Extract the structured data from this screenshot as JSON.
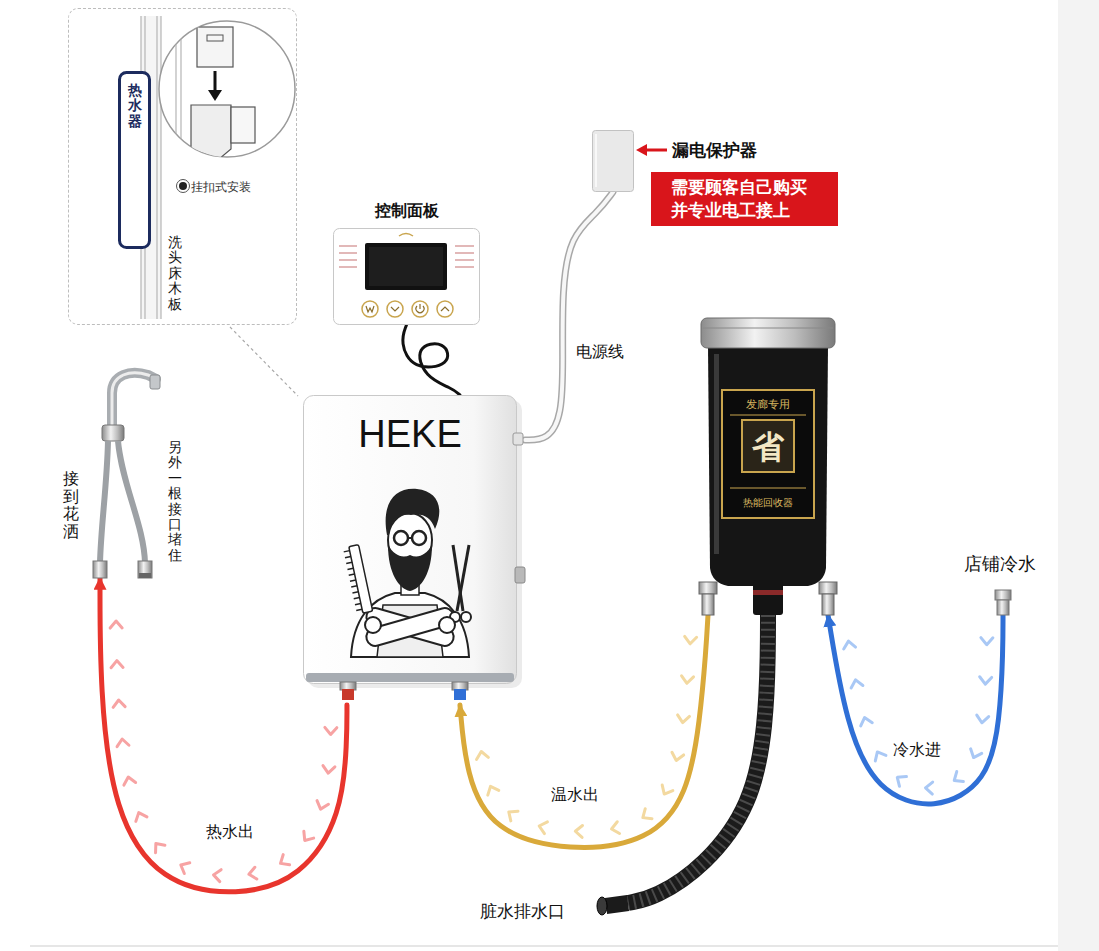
{
  "diagram": {
    "nodes": [
      {
        "text": [
          "挂扣式安装"
        ]
      },
      {
        "text": [
          "热水器"
        ],
        "in": 0
      },
      {
        "text": [
          "控制面板"
        ]
      },
      {
        "text": [
          "漏电保护器"
        ]
      },
      {
        "text": [
          "需要顾客自己购买 并专业电工接上"
        ]
      },
      {
        "text": [
          "HEKE"
        ]
      },
      {
        "text": [
          "发廊专用",
          "省",
          "热能回收器"
        ]
      },
      {
        "text": [
          "接到花洒",
          "另外一根接口堵住"
        ]
      },
      {
        "text": [
          "店铺冷水"
        ]
      },
      {
        "text": [
          "脏水排水口"
        ]
      }
    ],
    "edges": [
      {
        "from": 2,
        "to": 5,
        "arrow": "none"
      },
      {
        "from": 5,
        "to": 3,
        "label": "电源线",
        "arrow": "none"
      },
      {
        "from": 5,
        "to": 7,
        "label": "热水出",
        "arrow": "to"
      },
      {
        "from": 6,
        "to": 5,
        "label": "温水出",
        "arrow": "to"
      },
      {
        "from": 8,
        "to": 6,
        "label": "冷水进",
        "arrow": "to"
      },
      {
        "from": 6,
        "to": 9,
        "arrow": "none"
      }
    ],
    "labels": [
      "洗头床木板"
    ]
  }
}
